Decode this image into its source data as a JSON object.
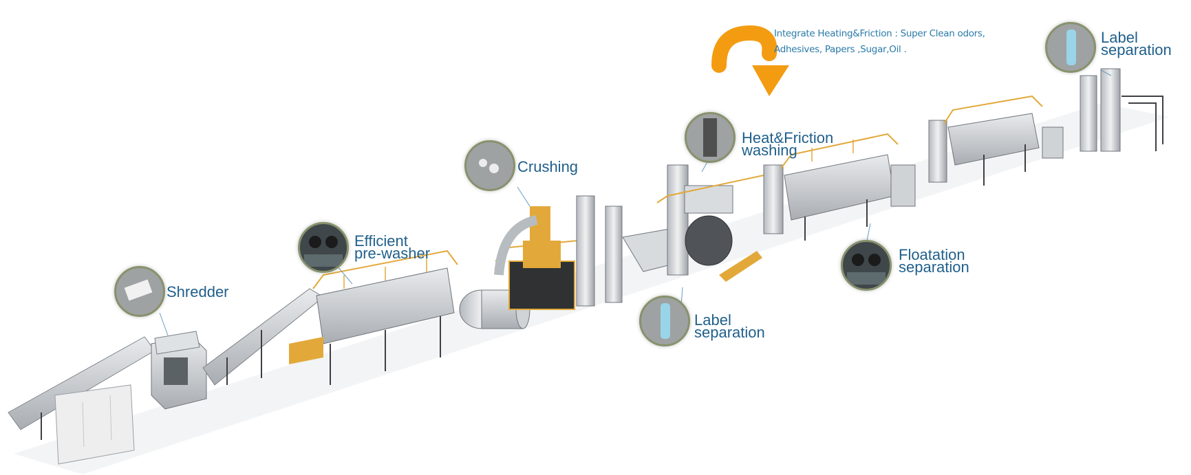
{
  "note": {
    "line1": "Integrate Heating&Friction : Super Clean odors,",
    "line2": "Adhesives, Papers ,Sugar,Oil ."
  },
  "stations": {
    "shredder": "Shredder",
    "prewasher_line1": "Efficient",
    "prewasher_line2": "pre-washer",
    "crushing": "Crushing",
    "label_sep_1_line1": "Label",
    "label_sep_1_line2": "separation",
    "heat_line1": "Heat&Friction",
    "heat_line2": "washing",
    "floatation_line1": "Floatation",
    "floatation_line2": "separation",
    "label_sep_2_line1": "Label",
    "label_sep_2_line2": "separation"
  },
  "colors": {
    "label_text": "#1f5f8b",
    "note_text": "#2a7aa8",
    "arrow": "#f39c12",
    "machine_steel": "#c9ccd0",
    "railing": "#e2a93a",
    "frame_dark": "#3d3f42"
  }
}
